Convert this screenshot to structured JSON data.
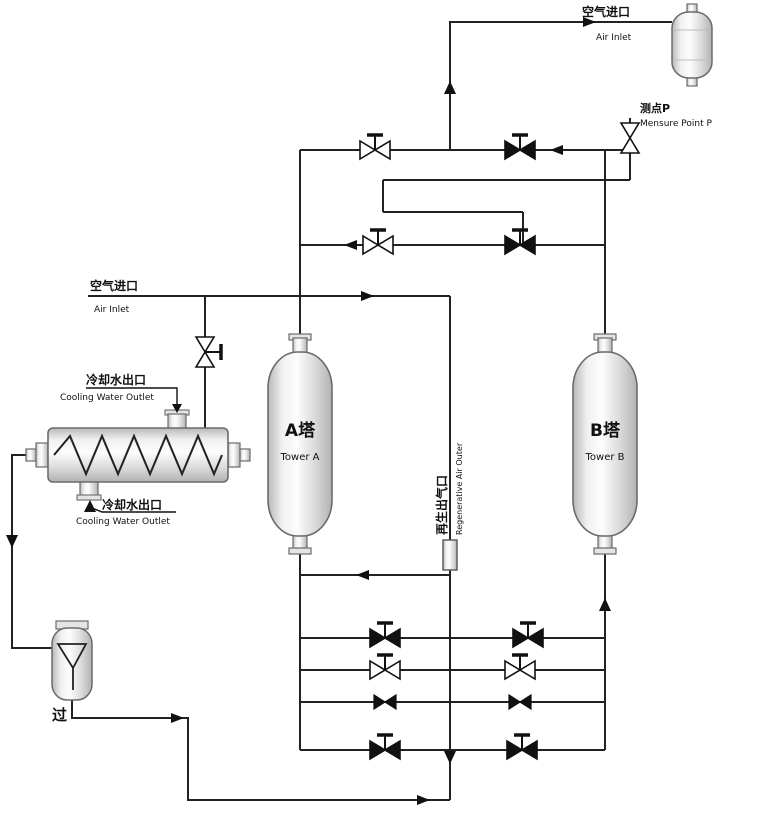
{
  "colors": {
    "pipe": "#222222",
    "valve_fill": "#111111",
    "vessel_stroke": "#6b6b6b",
    "text": "#111111"
  },
  "labels": {
    "air_inlet_top": {
      "zh": "空气进口",
      "en": "Air Inlet"
    },
    "measure_point_p": {
      "zh": "测点P",
      "en": "Mensure Point P"
    },
    "air_inlet_left": {
      "zh": "空气进口",
      "en": "Air Inlet"
    },
    "cooling_water_outlet_top": {
      "zh": "冷却水出口",
      "en": "Cooling Water Outlet"
    },
    "cooling_water_outlet_bottom": {
      "zh": "冷却水出口",
      "en": "Cooling Water Outlet"
    },
    "tower_a": {
      "zh": "A塔",
      "en": "Tower A"
    },
    "tower_b": {
      "zh": "B塔",
      "en": "Tower B"
    },
    "regenerative_air_outlet": {
      "zh": "再生出气口",
      "en": "Regenerative Air Outer"
    },
    "filter": {
      "zh": "过"
    }
  }
}
